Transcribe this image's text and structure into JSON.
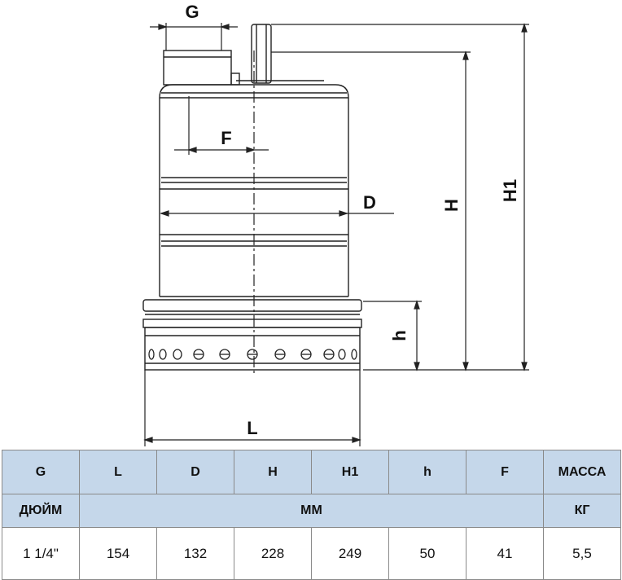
{
  "drawing": {
    "labels": {
      "g": "G",
      "f": "F",
      "d": "D",
      "l": "L",
      "h": "H",
      "h1": "H1",
      "h_small": "h"
    }
  },
  "table": {
    "headers": [
      "G",
      "L",
      "D",
      "H",
      "H1",
      "h",
      "F",
      "МАССА"
    ],
    "units": {
      "first": "ДЮЙМ",
      "middle": "ММ",
      "last": "КГ"
    },
    "values": [
      "1 1/4\"",
      "154",
      "132",
      "228",
      "249",
      "50",
      "41",
      "5,5"
    ]
  }
}
